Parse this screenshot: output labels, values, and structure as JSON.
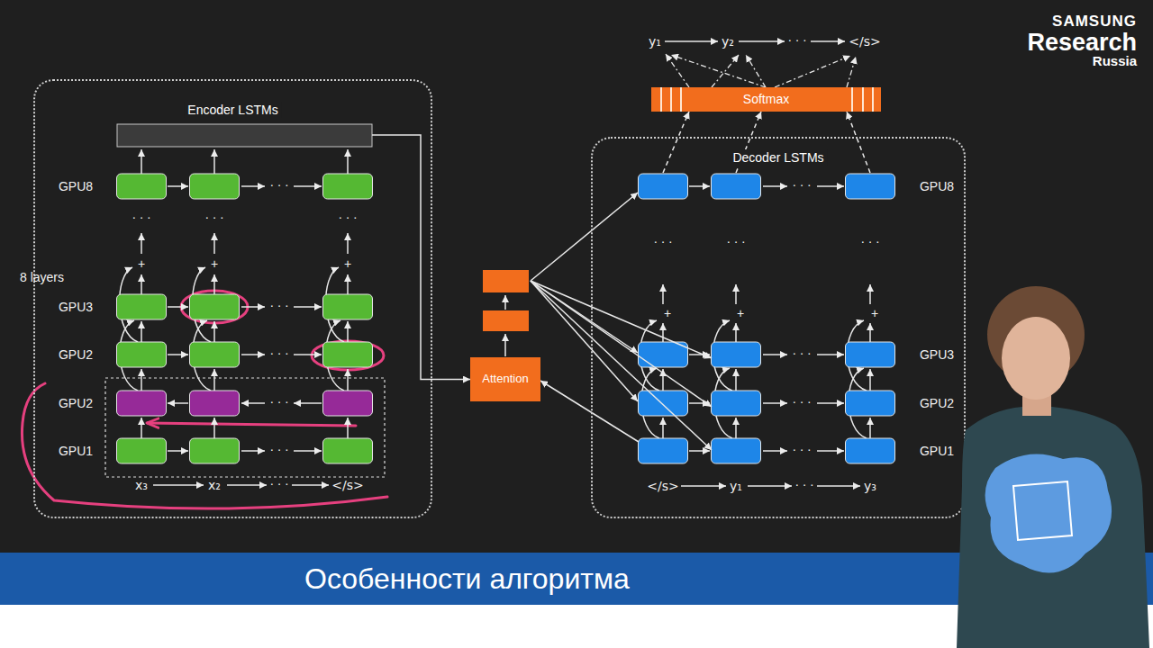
{
  "diagram": {
    "nodes": [
      {
        "text": [
          "Encoder LSTMs"
        ]
      },
      {
        "text": [
          "Attention"
        ]
      },
      {
        "text": [
          "Softmax"
        ]
      },
      {
        "text": [
          "Decoder LSTMs"
        ]
      },
      {
        "text": [
          "Особенности алгоритма"
        ]
      }
    ],
    "edges": [
      {
        "from": 0,
        "to": 1,
        "arrow": "to"
      },
      {
        "from": 1,
        "to": 3,
        "arrow": "to"
      },
      {
        "from": 3,
        "to": 1,
        "arrow": "to"
      },
      {
        "from": 3,
        "to": 2,
        "arrow": "to"
      }
    ],
    "labels": [
      "SAMSUNG",
      "Research",
      "Russia",
      "y₁",
      "y₂",
      "· · ·",
      "</s>",
      "GPU8",
      "· · ·",
      "· · ·",
      "· · ·",
      "· · ·",
      "+",
      "+",
      "+",
      "8 layers",
      "GPU3",
      "· · ·",
      "GPU2",
      "· · ·",
      "GPU2",
      "· · ·",
      "GPU1",
      "· · ·",
      "x₃",
      "x₂",
      "· · ·",
      "</s>",
      "GPU8",
      "· · ·",
      "· · ·",
      "· · ·",
      "· · ·",
      "+",
      "+",
      "+",
      "GPU3",
      "· · ·",
      "GPU2",
      "· · ·",
      "GPU1",
      "· · ·",
      "</s>",
      "y₁",
      "· · ·",
      "y₃"
    ]
  }
}
